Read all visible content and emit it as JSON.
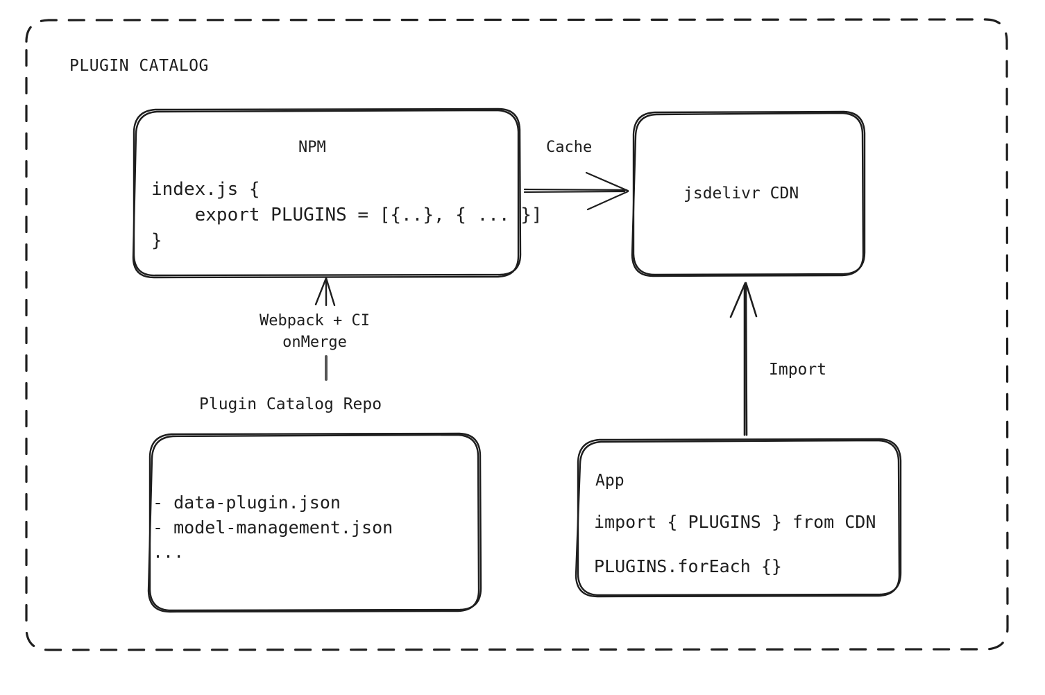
{
  "diagram": {
    "title": "PLUGIN CATALOG",
    "type": "architecture-flow",
    "background": "#ffffff",
    "stroke": "#1e1e1e",
    "style": "hand-drawn"
  },
  "nodes": {
    "npm": {
      "title": "NPM",
      "code": "index.js {\n    export PLUGINS = [{..}, { ... }]\n}"
    },
    "cdn": {
      "title": "jsdelivr CDN"
    },
    "repo": {
      "title": "Plugin Catalog Repo",
      "files": "- data-plugin.json\n- model-management.json\n..."
    },
    "app": {
      "title": "App",
      "code_import": "import { PLUGINS } from CDN",
      "code_foreach": "PLUGINS.forEach {}"
    }
  },
  "edges": {
    "cache": {
      "label": "Cache",
      "from": "npm",
      "to": "cdn"
    },
    "build": {
      "label": "Webpack + CI\nonMerge",
      "from": "repo",
      "to": "npm"
    },
    "import": {
      "label": "Import",
      "from": "app",
      "to": "cdn"
    }
  }
}
